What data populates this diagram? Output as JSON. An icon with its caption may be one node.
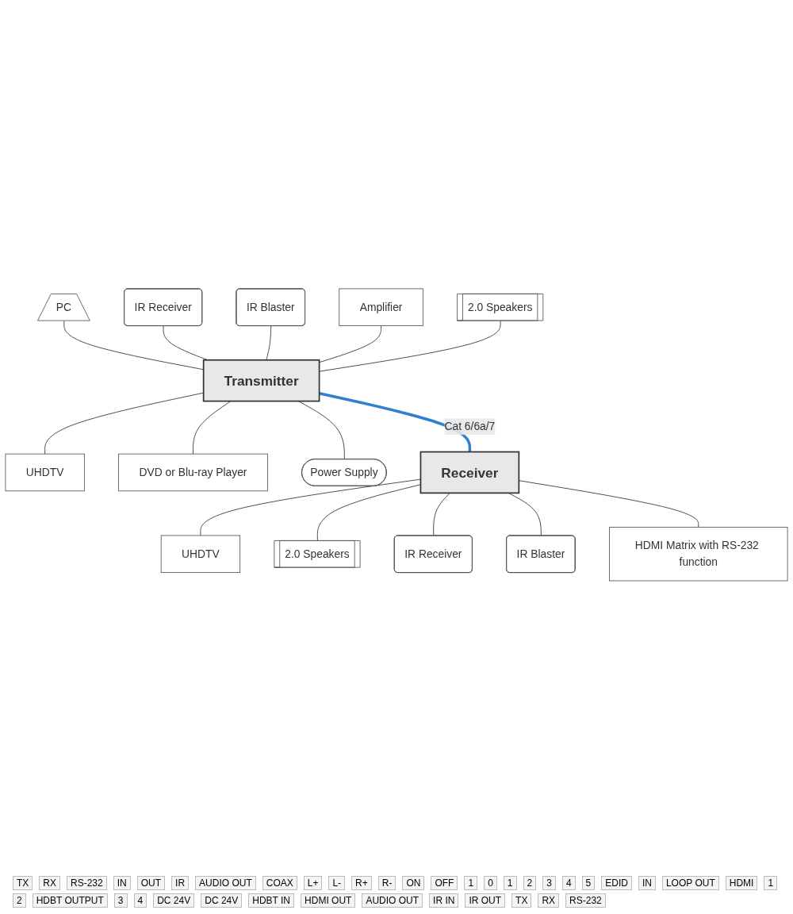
{
  "diagram": {
    "nodes": [
      {
        "text": [
          "Transmitter"
        ]
      },
      {
        "text": [
          "PC"
        ]
      },
      {
        "text": [
          "IR Receiver"
        ]
      },
      {
        "text": [
          "IR Blaster"
        ]
      },
      {
        "text": [
          "Amplifier"
        ]
      },
      {
        "text": [
          "2.0 Speakers"
        ]
      },
      {
        "text": [
          "UHDTV"
        ]
      },
      {
        "text": [
          "DVD or Blu-ray Player"
        ]
      },
      {
        "text": [
          "Power Supply"
        ]
      },
      {
        "text": [
          "Receiver"
        ]
      },
      {
        "text": [
          "2.0 Speakers"
        ]
      },
      {
        "text": [
          "UHDTV"
        ]
      },
      {
        "text": [
          "IR Receiver"
        ]
      },
      {
        "text": [
          "IR Blaster"
        ]
      },
      {
        "text": [
          "HDMI Matrix with RS-232 function"
        ]
      }
    ],
    "edges": [
      {
        "from": 1,
        "to": 0,
        "arrow": "none"
      },
      {
        "from": 2,
        "to": 0,
        "arrow": "none"
      },
      {
        "from": 3,
        "to": 0,
        "arrow": "none"
      },
      {
        "from": 4,
        "to": 0,
        "arrow": "none"
      },
      {
        "from": 5,
        "to": 0,
        "arrow": "none"
      },
      {
        "from": 0,
        "to": 6,
        "arrow": "none"
      },
      {
        "from": 0,
        "to": 7,
        "arrow": "none"
      },
      {
        "from": 0,
        "to": 8,
        "arrow": "none"
      },
      {
        "from": 0,
        "to": 9,
        "arrow": "none",
        "label": "Cat 6/6a/7",
        "style": "thick",
        "color": "#2f80d0"
      },
      {
        "from": 9,
        "to": 11,
        "arrow": "none"
      },
      {
        "from": 9,
        "to": 10,
        "arrow": "none"
      },
      {
        "from": 9,
        "to": 12,
        "arrow": "none"
      },
      {
        "from": 9,
        "to": 13,
        "arrow": "none"
      },
      {
        "from": 9,
        "to": 14,
        "arrow": "none"
      }
    ],
    "labels": [
      "TX",
      "RX",
      "RS-232",
      "IN",
      "OUT",
      "IR",
      "AUDIO OUT",
      "COAX",
      "L+",
      "L-",
      "R+",
      "R-",
      "ON",
      "OFF",
      "1",
      "0",
      "1",
      "2",
      "3",
      "4",
      "5",
      "EDID",
      "IN",
      "LOOP OUT",
      "HDMI",
      "1",
      "2",
      "HDBT OUTPUT",
      "3",
      "4",
      "DC 24V",
      "DC 24V",
      "HDBT IN",
      "HDMI OUT",
      "AUDIO OUT",
      "IR IN",
      "IR OUT",
      "TX",
      "RX",
      "RS-232"
    ]
  }
}
